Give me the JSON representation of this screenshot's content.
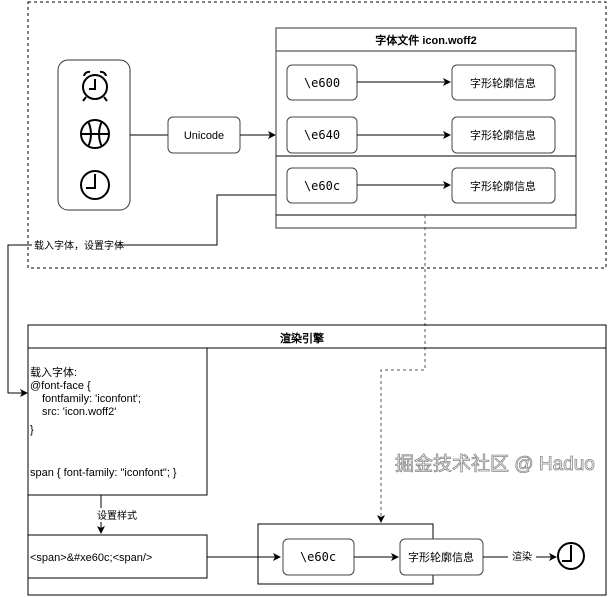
{
  "font_file": {
    "title": "字体文件 icon.woff2",
    "codes": [
      "\\e600",
      "\\e640",
      "\\e60c"
    ],
    "glyph_label": "字形轮廓信息"
  },
  "icons": [
    "alarm-clock-icon",
    "basketball-icon",
    "clock-icon"
  ],
  "unicode_label": "Unicode",
  "load_label": "载入字体，设置字体",
  "render_engine": {
    "title": "渲染引擎",
    "css_lines": [
      "载入字体:",
      "@font-face {",
      "    fontfamily: 'iconfont';",
      "    src: 'icon.woff2'",
      "}",
      "span { font-family: \"iconfont\"; }"
    ],
    "set_style_label": "设置样式",
    "span_code": "<span>&#xe60c;<span/>",
    "code": "\\e60c",
    "glyph_label": "字形轮廓信息",
    "render_label": "渲染"
  },
  "watermark": "掘金技术社区 @ Haduo"
}
